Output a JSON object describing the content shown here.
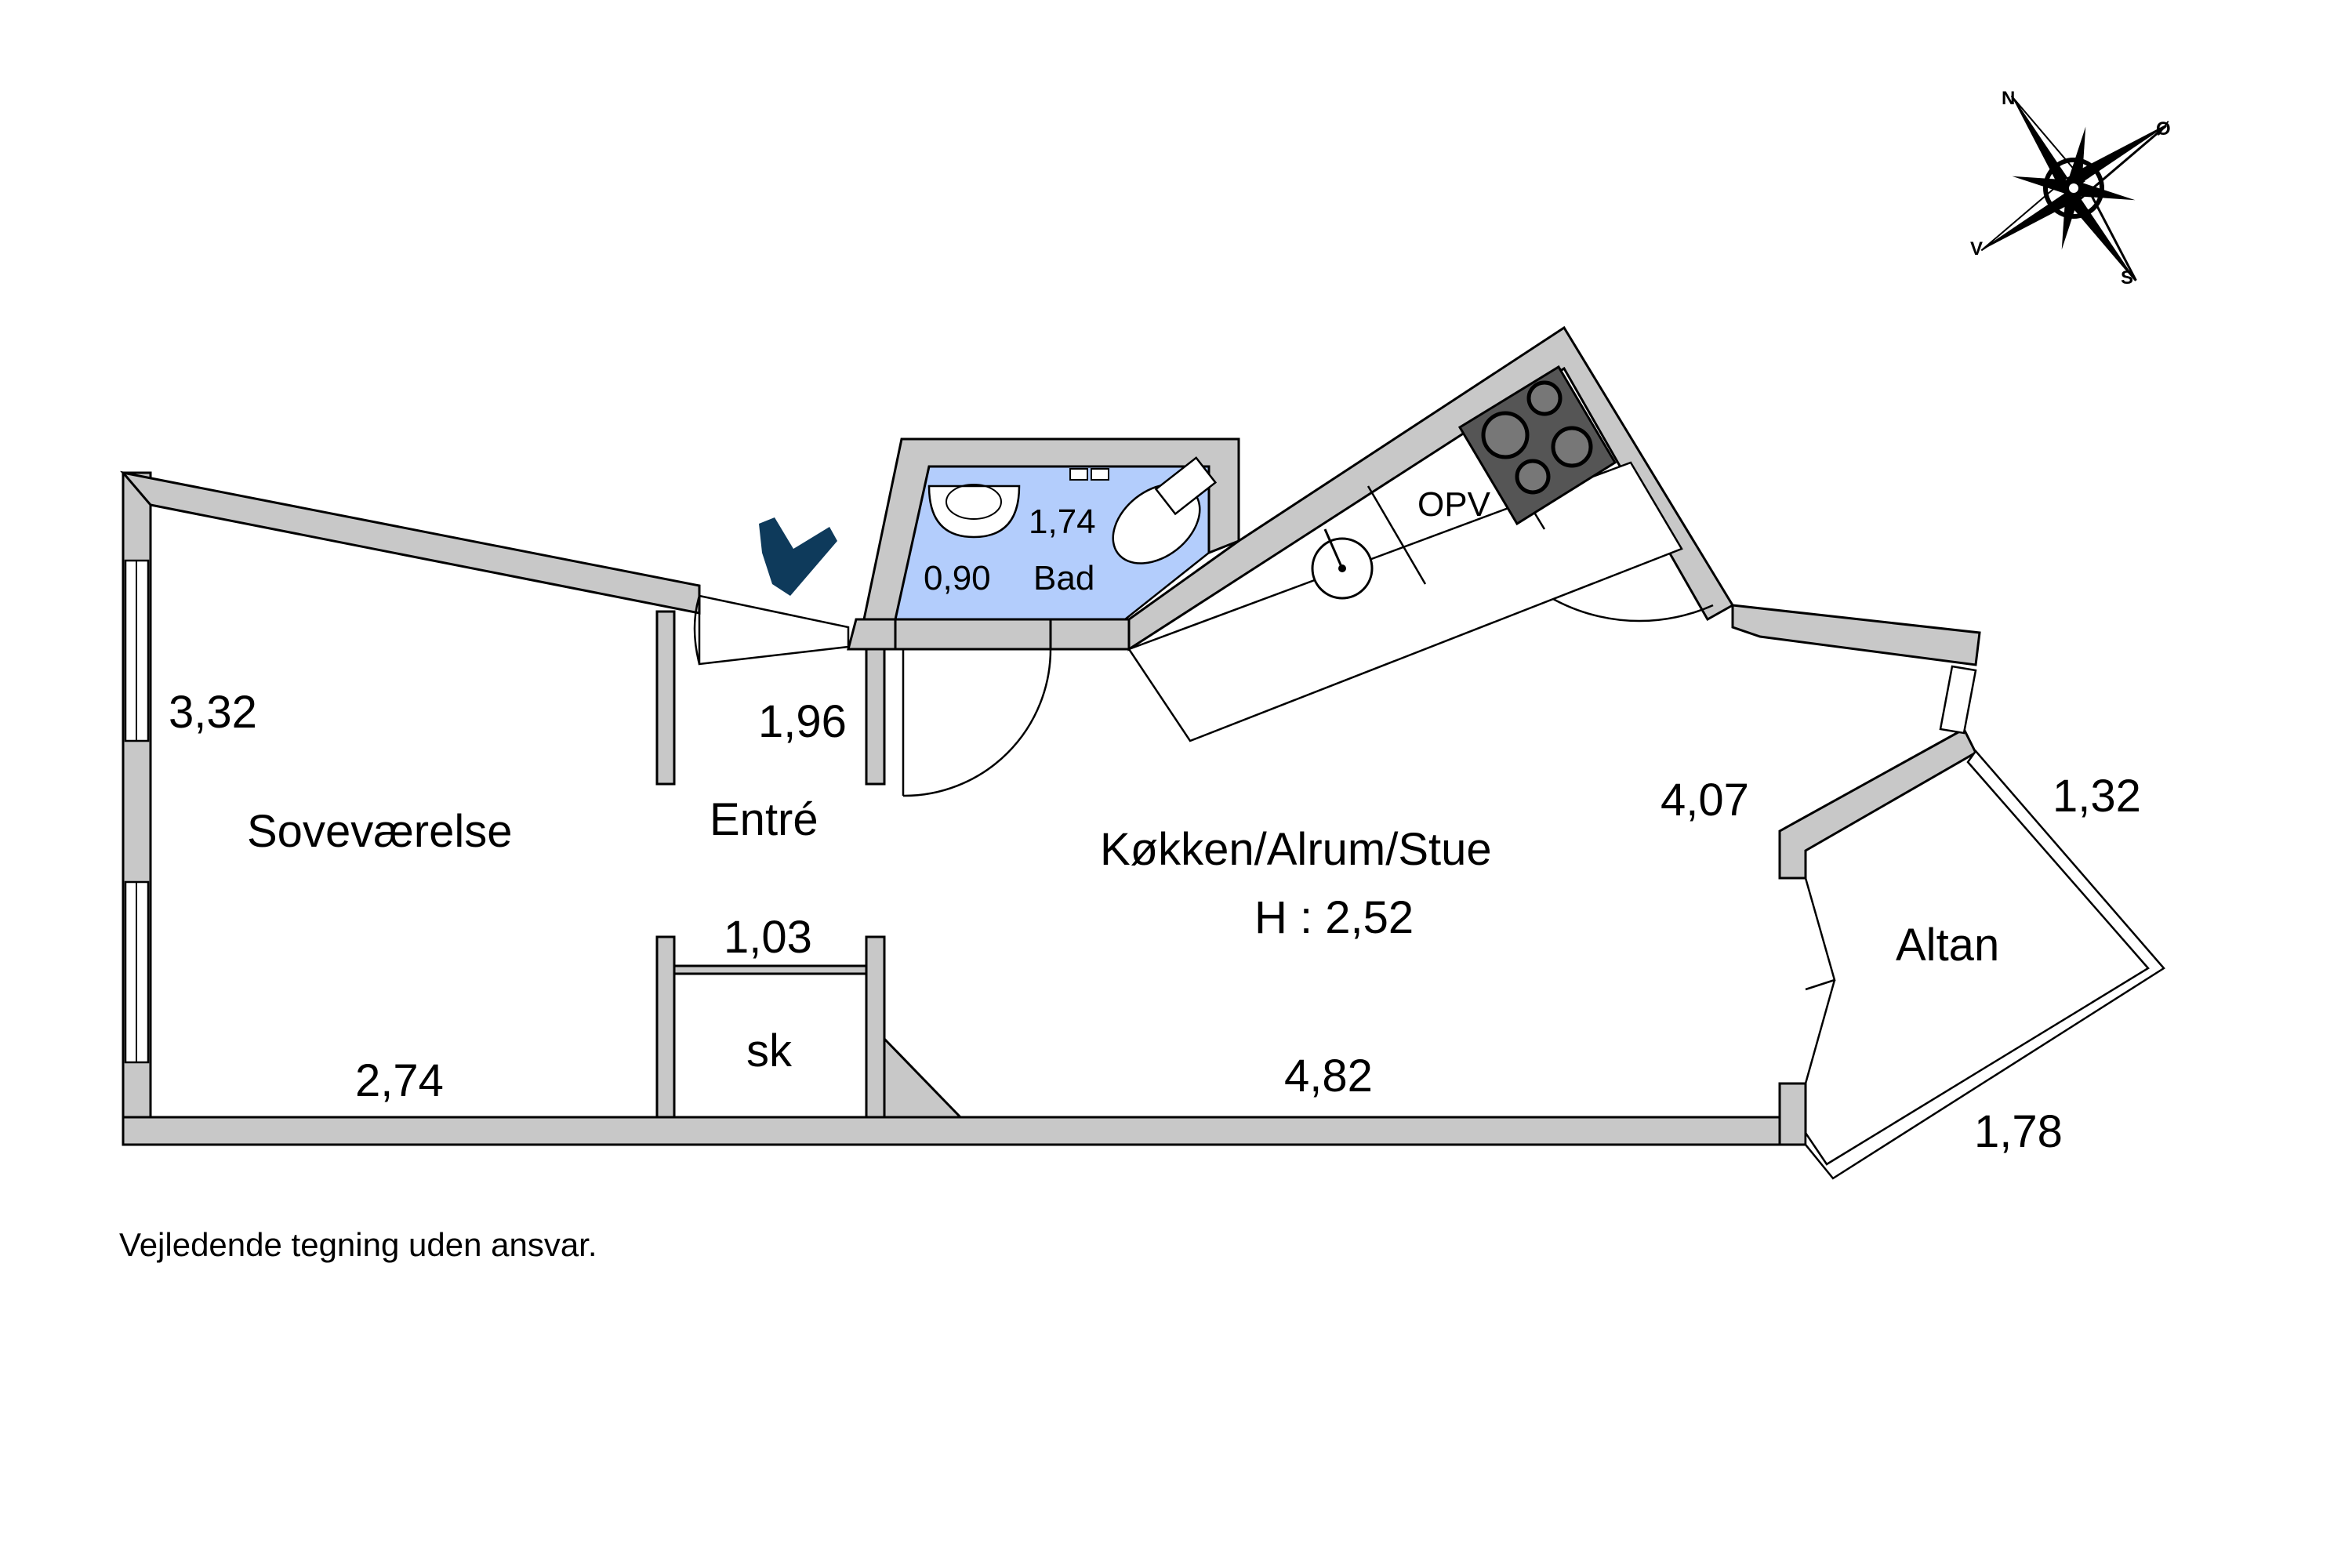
{
  "rooms": {
    "bedroom": "Soveværelse",
    "entry": "Entré",
    "kitchen": "Køkken/Alrum/Stue",
    "height": "H : 2,52",
    "bath": "Bad",
    "closet": "sk",
    "utility": "OPV",
    "balcony": "Altan"
  },
  "dimensions": {
    "bedroom_width": "2,74",
    "bedroom_depth": "3,32",
    "entry_depth": "1,96",
    "entry_width": "1,03",
    "bath_width": "0,90",
    "bath_depth": "1,74",
    "kitchen_width": "4,82",
    "kitchen_depth": "4,07",
    "balcony_side": "1,32",
    "balcony_length": "1,78"
  },
  "compass": {
    "n": "N",
    "e": "Ø",
    "s": "S",
    "w": "V"
  },
  "disclaimer": "Vejledende tegning uden ansvar.",
  "colors": {
    "bath_fill": "#b3cdfc",
    "entrance_marker": "#0e3a5b",
    "wall": "#c8c8c8"
  }
}
